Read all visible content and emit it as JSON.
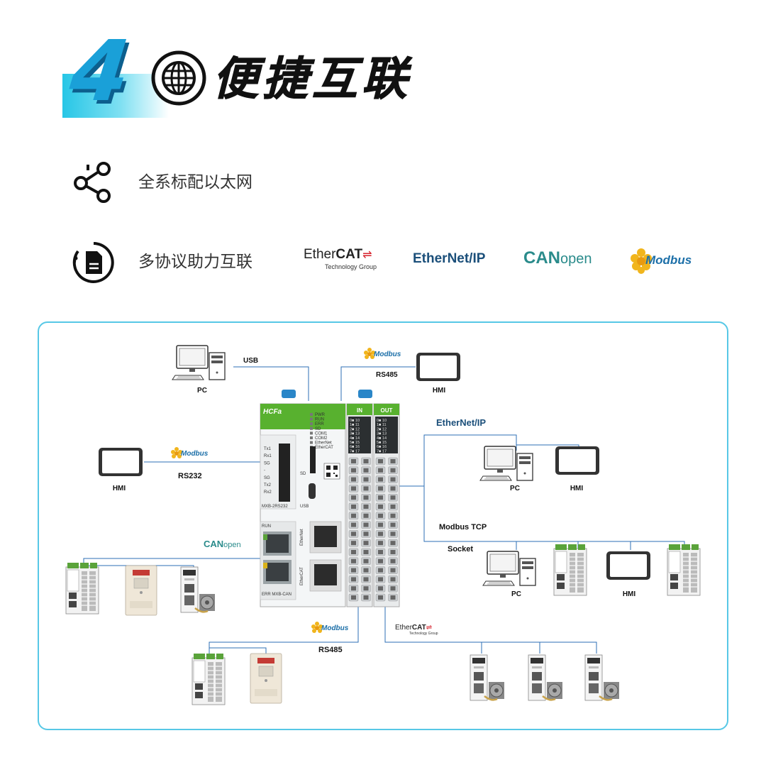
{
  "header": {
    "number": "4",
    "title": "便捷互联"
  },
  "features": [
    {
      "icon": "share-icon",
      "text": "全系标配以太网"
    },
    {
      "icon": "document-icon",
      "text": "多协议助力互联"
    }
  ],
  "protocols": {
    "ethercat_main": "Ether",
    "ethercat_bold": "CAT",
    "ethercat_sub": "Technology Group",
    "ethernetip": "EtherNet/IP",
    "canopen_bold": "CAN",
    "canopen_light": "open",
    "modbus": "Modbus"
  },
  "diagram": {
    "brand": "HCFa",
    "leds": [
      "PWR",
      "RUN",
      "ERR",
      "SD",
      "COM1",
      "COM2",
      "EtherNet",
      "EtherCAT"
    ],
    "ports": [
      "Tx1",
      "Rx1",
      "SG",
      "-",
      "SG",
      "Tx2",
      "Rx2"
    ],
    "module_label": "MXB-2RS232",
    "sd_label": "SD",
    "usb_label": "USB",
    "run_label": "RUN",
    "err_label": "ERR MXB-CAN",
    "ethernet_label": "EtherNet",
    "ethercat_label": "EtherCAT",
    "in_label": "IN",
    "out_label": "OUT",
    "io_rows": [
      "0",
      "1",
      "2",
      "3",
      "4",
      "5",
      "6",
      "7"
    ],
    "io_rows_right": [
      "10",
      "11",
      "12",
      "13",
      "14",
      "15",
      "16",
      "17"
    ],
    "labels": {
      "usb": "USB",
      "pc_top": "PC",
      "rs485_top": "RS485",
      "hmi_top": "HMI",
      "rs232": "RS232",
      "hmi_left": "HMI",
      "ethernetip": "EtherNet/IP",
      "pc_right": "PC",
      "hmi_right": "HMI",
      "modbus_tcp": "Modbus TCP",
      "socket": "Socket",
      "pc_bottom": "PC",
      "hmi_bottom": "HMI",
      "rs485_bottom": "RS485",
      "canopen_bold": "CAN",
      "canopen_light": "open",
      "modbus": "Modbus",
      "ethercat_main": "Ether",
      "ethercat_bold": "CAT",
      "ethercat_sub": "Technology Group"
    }
  },
  "colors": {
    "accent": "#27c6e6",
    "panel_border": "#57c8e6",
    "line": "#2c6fb5",
    "title_number": "#1aa0d8"
  }
}
